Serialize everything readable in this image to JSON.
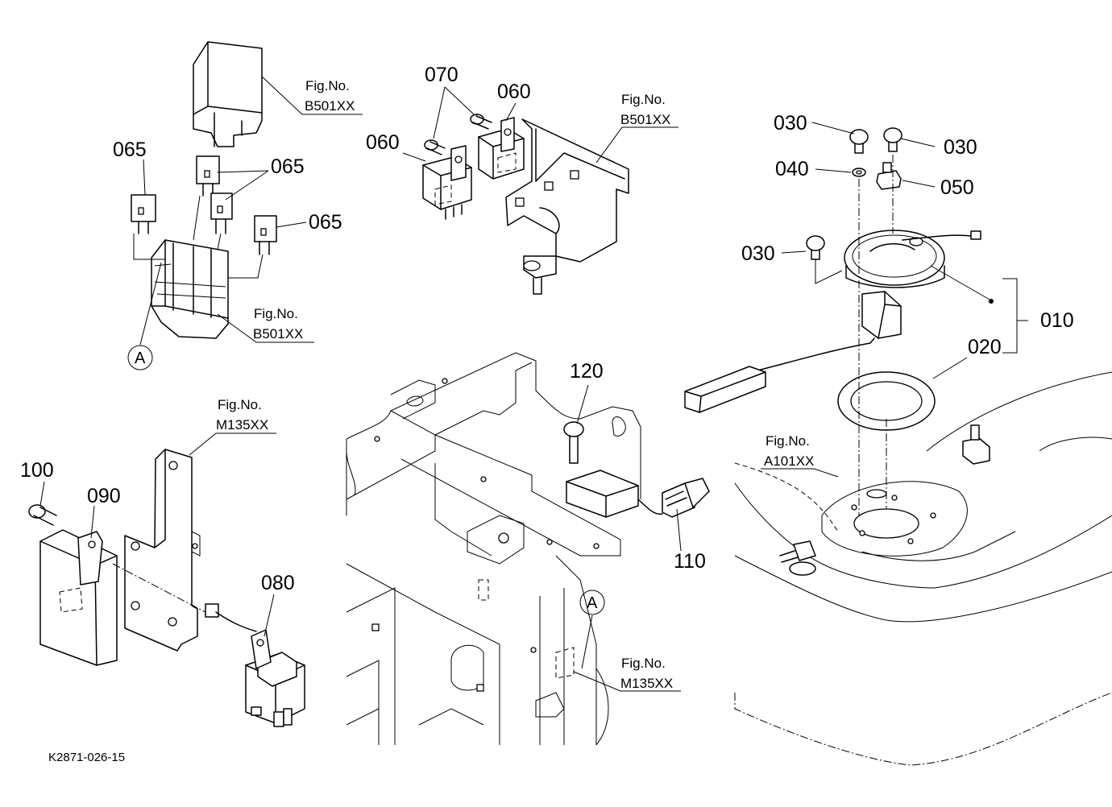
{
  "callouts": [
    {
      "id": "065",
      "label": "065"
    },
    {
      "id": "065",
      "label": "065"
    },
    {
      "id": "065",
      "label": "065"
    },
    {
      "id": "070",
      "label": "070"
    },
    {
      "id": "060",
      "label": "060"
    },
    {
      "id": "060",
      "label": "060"
    },
    {
      "id": "030",
      "label": "030"
    },
    {
      "id": "030",
      "label": "030"
    },
    {
      "id": "040",
      "label": "040"
    },
    {
      "id": "050",
      "label": "050"
    },
    {
      "id": "030",
      "label": "030"
    },
    {
      "id": "010",
      "label": "010"
    },
    {
      "id": "020",
      "label": "020"
    },
    {
      "id": "120",
      "label": "120"
    },
    {
      "id": "110",
      "label": "110"
    },
    {
      "id": "100",
      "label": "100"
    },
    {
      "id": "090",
      "label": "090"
    },
    {
      "id": "080",
      "label": "080"
    }
  ],
  "figure_refs": [
    {
      "title": "Fig.No.",
      "code": "B501XX"
    },
    {
      "title": "Fig.No.",
      "code": "B501XX"
    },
    {
      "title": "Fig.No.",
      "code": "B501XX"
    },
    {
      "title": "Fig.No.",
      "code": "M135XX"
    },
    {
      "title": "Fig.No.",
      "code": "A101XX"
    },
    {
      "title": "Fig.No.",
      "code": "M135XX"
    }
  ],
  "markers": [
    {
      "label": "A"
    },
    {
      "label": "A"
    }
  ],
  "drawing_code": "K2871-026-15"
}
